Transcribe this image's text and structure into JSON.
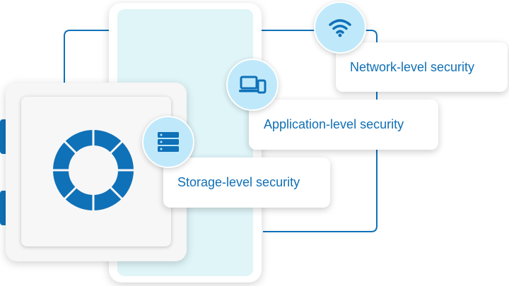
{
  "colors": {
    "accent": "#0f71b8",
    "badge_fill": "#bfe9fb",
    "phone_screen": "#dff5f8",
    "card_text": "#0f6fb5"
  },
  "layers": [
    {
      "label": "Network-level security",
      "icon": "wifi-icon"
    },
    {
      "label": "Application-level security",
      "icon": "devices-icon"
    },
    {
      "label": "Storage-level security",
      "icon": "server-stack-icon"
    }
  ]
}
